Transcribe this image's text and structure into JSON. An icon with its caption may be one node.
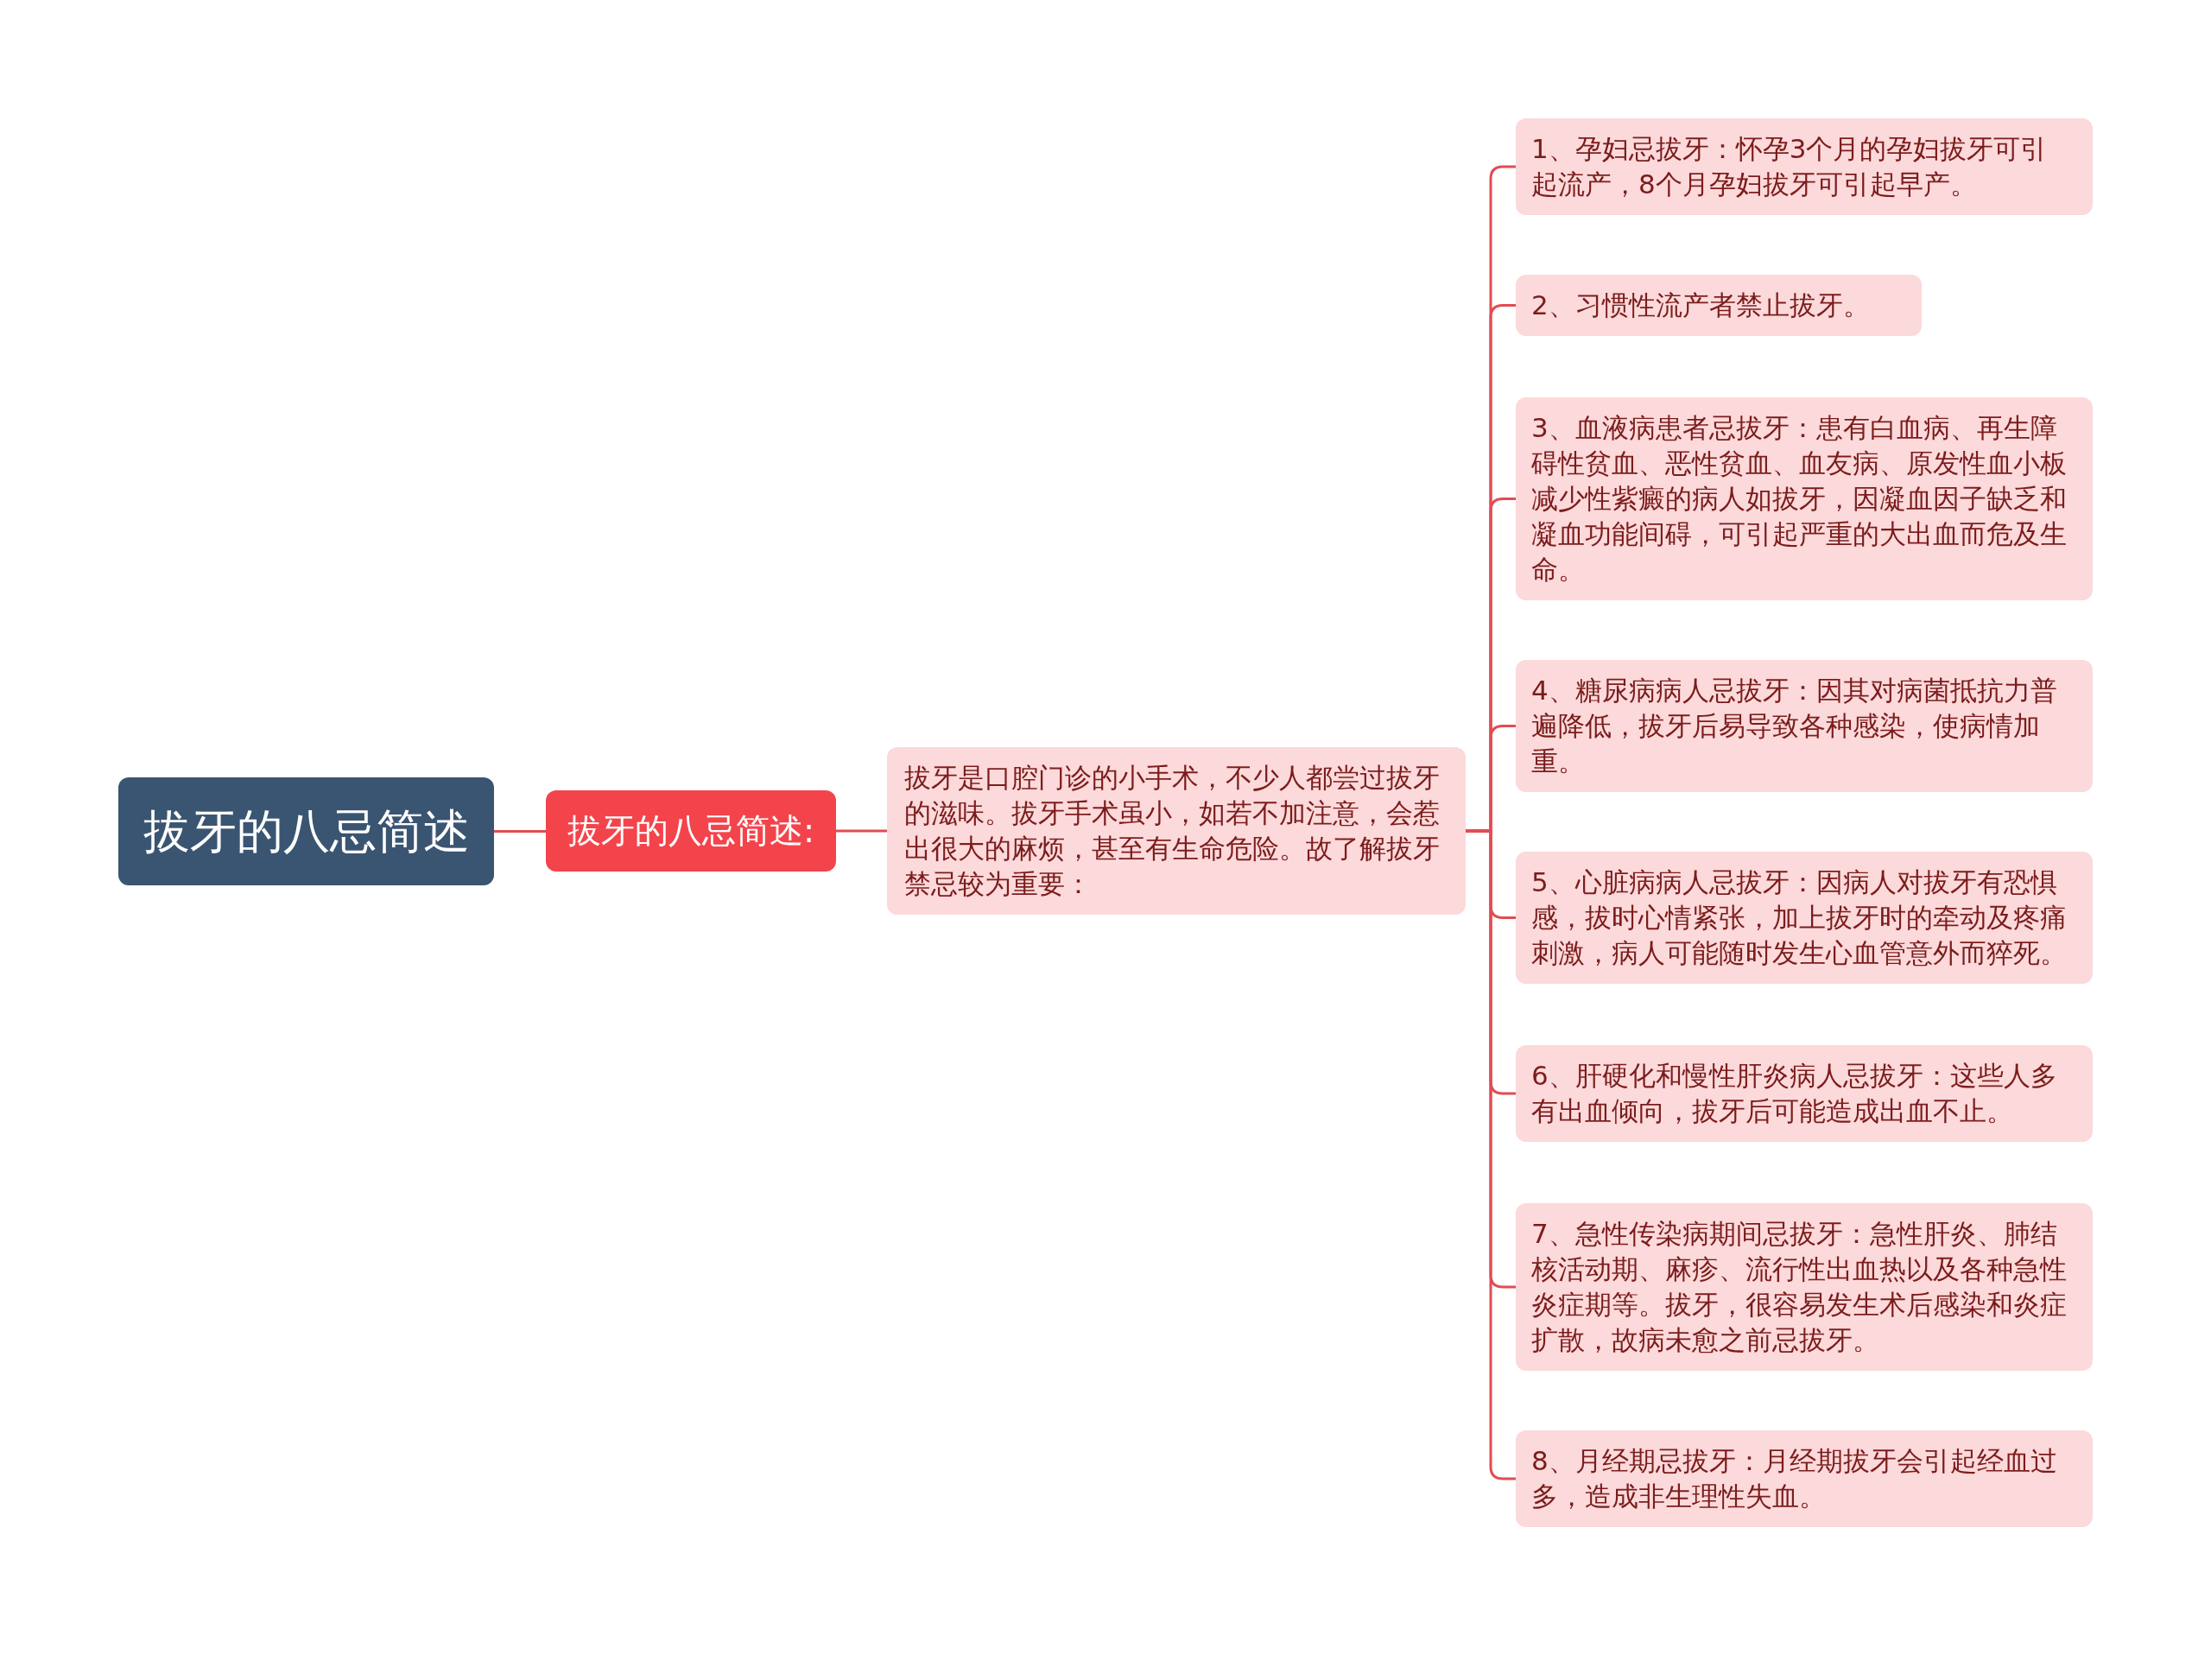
{
  "diagram": {
    "nodes": [
      {
        "text": [
          "拔牙的八忌简述"
        ]
      },
      {
        "text": [
          "拔牙的八忌简述:"
        ]
      },
      {
        "text": [
          "拔牙是口腔门诊的小手术，不少人都尝过拔牙的滋味。拔牙手术虽小，如若不加注意，会惹出很大的麻烦，甚至有生命危险。故了解拔牙禁忌较为重要："
        ]
      },
      {
        "text": [
          "1、孕妇忌拔牙：怀孕3个月的孕妇拔牙可引起流产，8个月孕妇拔牙可引起早产。"
        ]
      },
      {
        "text": [
          "2、习惯性流产者禁止拔牙。"
        ]
      },
      {
        "text": [
          "3、血液病患者忌拔牙：患有白血病、再生障碍性贫血、恶性贫血、血友病、原发性血小板减少性紫癜的病人如拔牙，因凝血因子缺乏和凝血功能间碍，可引起严重的大出血而危及生命。"
        ]
      },
      {
        "text": [
          "4、糖尿病病人忌拔牙：因其对病菌抵抗力普遍降低，拔牙后易导致各种感染，使病情加重。"
        ]
      },
      {
        "text": [
          "5、心脏病病人忌拔牙：因病人对拔牙有恐惧感，拔时心情紧张，加上拔牙时的牵动及疼痛刺激，病人可能随时发生心血管意外而猝死。"
        ]
      },
      {
        "text": [
          "6、肝硬化和慢性肝炎病人忌拔牙：这些人多有出血倾向，拔牙后可能造成出血不止。"
        ]
      },
      {
        "text": [
          "7、急性传染病期间忌拔牙：急性肝炎、肺结核活动期、麻疹、流行性出血热以及各种急性炎症期等。拔牙，很容易发生术后感染和炎症扩散，故病未愈之前忌拔牙。"
        ]
      },
      {
        "text": [
          "8、月经期忌拔牙：月经期拔牙会引起经血过多，造成非生理性失血。"
        ]
      }
    ],
    "edges": [
      {
        "from": 0,
        "to": 1,
        "arrow": "none"
      },
      {
        "from": 1,
        "to": 2,
        "arrow": "none"
      },
      {
        "from": 2,
        "to": 3,
        "arrow": "none"
      },
      {
        "from": 2,
        "to": 4,
        "arrow": "none"
      },
      {
        "from": 2,
        "to": 5,
        "arrow": "none"
      },
      {
        "from": 2,
        "to": 6,
        "arrow": "none"
      },
      {
        "from": 2,
        "to": 7,
        "arrow": "none"
      },
      {
        "from": 2,
        "to": 8,
        "arrow": "none"
      },
      {
        "from": 2,
        "to": 9,
        "arrow": "none"
      },
      {
        "from": 2,
        "to": 10,
        "arrow": "none"
      }
    ]
  }
}
